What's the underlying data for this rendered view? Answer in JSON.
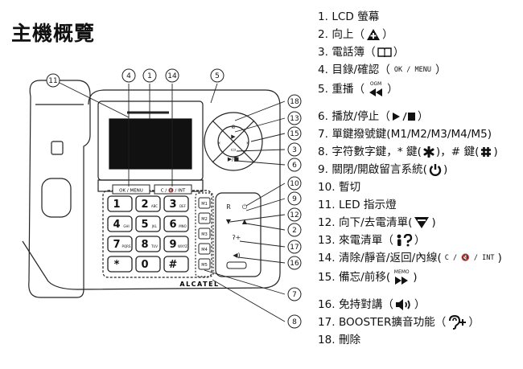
{
  "title": "主機概覽",
  "brand": "ALCATEL",
  "diagram": {
    "callouts": [
      "11",
      "4",
      "1",
      "14",
      "5",
      "18",
      "13",
      "15",
      "3",
      "6",
      "10",
      "9",
      "12",
      "2",
      "17",
      "16",
      "7",
      "8"
    ],
    "keypad": [
      {
        "num": "1",
        "sub": ""
      },
      {
        "num": "2",
        "sub": "ABC"
      },
      {
        "num": "3",
        "sub": "DEF"
      },
      {
        "num": "4",
        "sub": "GHI"
      },
      {
        "num": "5",
        "sub": "JKL"
      },
      {
        "num": "6",
        "sub": "MNO"
      },
      {
        "num": "7",
        "sub": "PQRS"
      },
      {
        "num": "8",
        "sub": "TUV"
      },
      {
        "num": "9",
        "sub": "WXYZ"
      },
      {
        "num": "*",
        "sub": ""
      },
      {
        "num": "0",
        "sub": ""
      },
      {
        "num": "#",
        "sub": ""
      }
    ],
    "memory_keys": [
      "M1",
      "M2",
      "M3",
      "M4",
      "M5"
    ],
    "ok_menu_label": "OK / MENU",
    "c_mute_int_label": "C / 🔇 / INT"
  },
  "legend": [
    {
      "n": "1.",
      "text": "LCD 螢幕"
    },
    {
      "n": "2.",
      "text": "向上（",
      "icon": "up-triangle-icon",
      "after": "）"
    },
    {
      "n": "3.",
      "text": "電話簿（",
      "icon": "book-icon",
      "after": "）"
    },
    {
      "n": "4.",
      "text": "目錄/確認（",
      "code": "OK / MENU",
      "after": "）"
    },
    {
      "n": "5.",
      "text": "重播（",
      "icon": "redial-icon",
      "after": "）",
      "sup": "OGM"
    },
    {
      "n": "6.",
      "text": "播放/停止（",
      "icon": "play-stop-icon",
      "after": "）"
    },
    {
      "n": "7.",
      "text": "單鍵撥號鍵(M1/M2/M3/M4/M5)"
    },
    {
      "n": "8.",
      "text": "字符數字鍵，* 鍵(",
      "icon": "star-key-icon",
      "after": ")，# 鍵(",
      "icon2": "hash-key-icon",
      "after2": ")"
    },
    {
      "n": "9.",
      "text": "關閉/開啟留言系統(",
      "icon": "power-icon",
      "after": ")"
    },
    {
      "n": "10.",
      "text": "暫切"
    },
    {
      "n": "11.",
      "text": "LED 指示燈"
    },
    {
      "n": "12.",
      "text": "向下/去電清單(",
      "icon": "down-triangle-icon",
      "after": ")"
    },
    {
      "n": "13.",
      "text": "來電清單（",
      "icon": "caller-id-icon",
      "after": "）"
    },
    {
      "n": "14.",
      "text": "清除/靜音/返回/內線(",
      "code": "C / 🔇 / INT",
      "after": ")"
    },
    {
      "n": "15.",
      "text": "備忘/前移(",
      "icon": "memo-forward-icon",
      "after": ")",
      "sup": "MEMO"
    },
    {
      "n": "16.",
      "text": "免持對講（",
      "icon": "speaker-icon",
      "after": "）"
    },
    {
      "n": "17.",
      "text": "BOOSTER擴音功能（",
      "icon": "booster-icon",
      "after": "）"
    },
    {
      "n": "18.",
      "text": "刪除"
    }
  ]
}
